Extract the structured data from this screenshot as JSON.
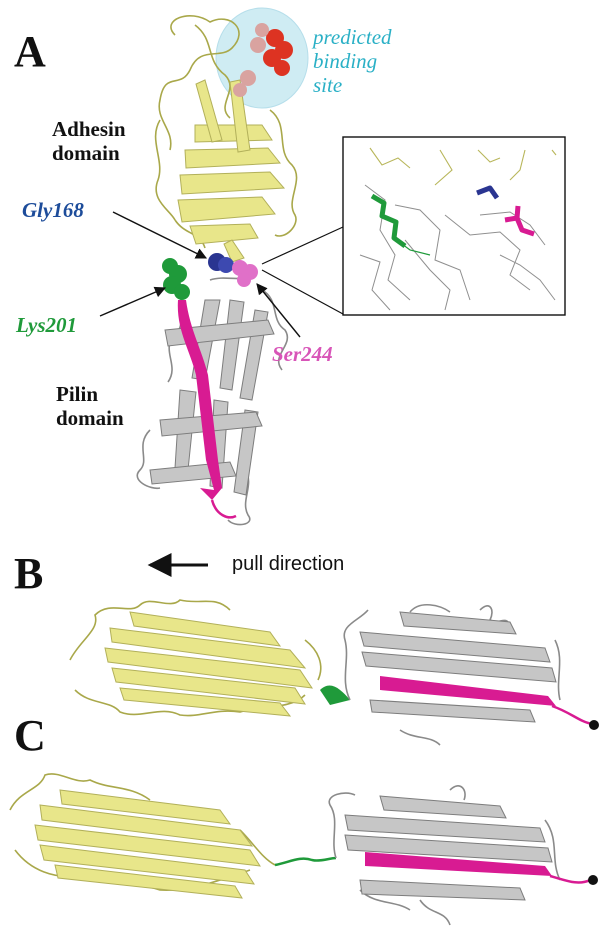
{
  "panels": {
    "a": "A",
    "b": "B",
    "c": "C"
  },
  "labels": {
    "binding_site": [
      "predicted",
      "binding",
      "site"
    ],
    "adhesin": [
      "Adhesin",
      "domain"
    ],
    "pilin": [
      "Pilin",
      "domain"
    ],
    "gly": "Gly168",
    "lys": "Lys201",
    "ser": "Ser244",
    "pull": "pull direction"
  },
  "colors": {
    "adhesin": "#e8e68a",
    "adhesin_dark": "#a9a84a",
    "pilin": "#c6c6c6",
    "pilin_dark": "#7d7d7d",
    "strand": "#d81b92",
    "gly": "#2a3591",
    "lys": "#1f9a3a",
    "ser": "#e070c8",
    "site_atoms": "#dd3322",
    "site_atoms_pale": "#d9a3a0",
    "site_bubble": "#bfe6f0"
  }
}
